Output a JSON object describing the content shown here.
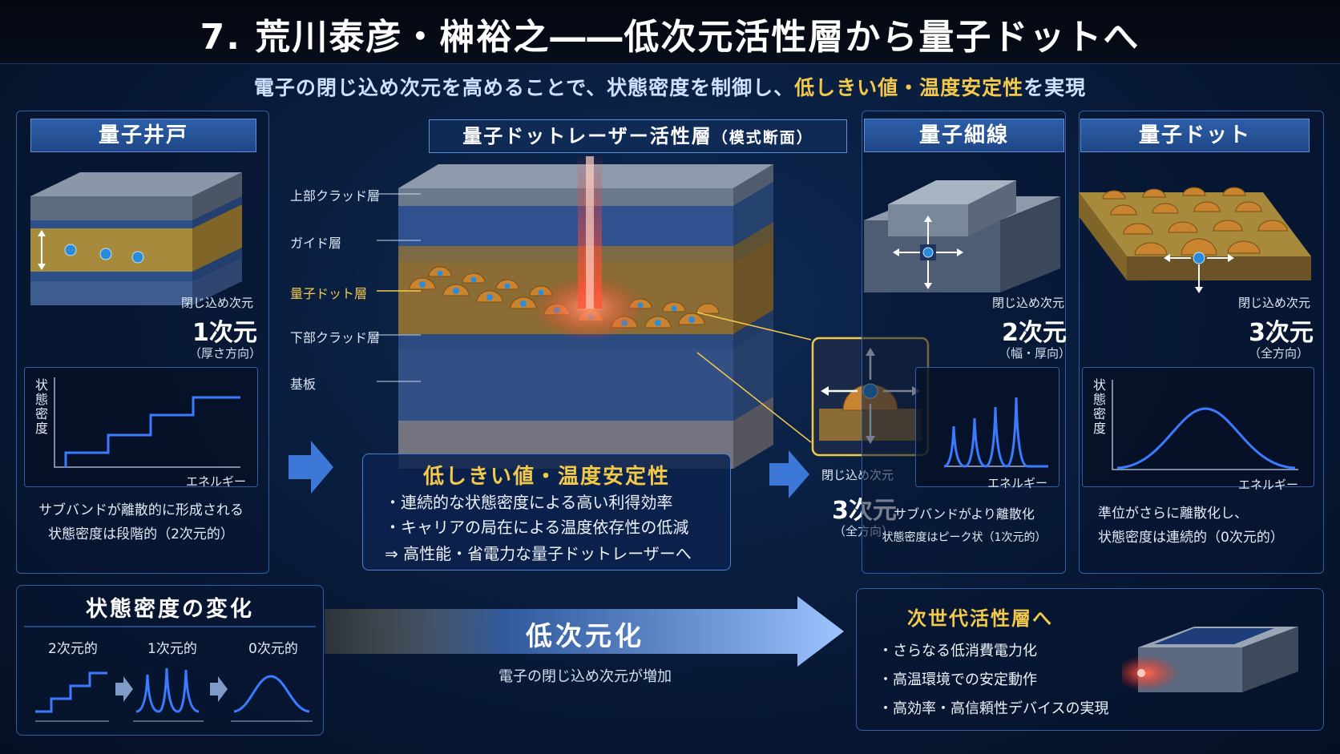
{
  "title": "7. 荒川泰彦・榊裕之――低次元活性層から量子ドットへ",
  "subtitle": {
    "part1": "電子の閉じ込め次元を高めることで、状態密度を制御し、",
    "highlight": "低しきい値・温度安定性",
    "part2": "を実現"
  },
  "well": {
    "header": "量子井戸",
    "confine_label": "閉じ込め次元",
    "dim": "1次元",
    "dim_sub": "（厚さ方向）",
    "y_label": "状態密度",
    "x_label": "エネルギー",
    "caption1": "サブバンドが離散的に形成される",
    "caption2": "状態密度は段階的（2次元的）"
  },
  "center": {
    "header_main": "量子ドットレーザー活性層",
    "header_sub": "（模式断面）",
    "layers": [
      "上部クラッド層",
      "ガイド層",
      "量子ドット層",
      "下部クラッド層",
      "基板"
    ],
    "confine_label": "閉じ込め次元",
    "dim": "3次元",
    "dim_sub": "（全方向）"
  },
  "features": {
    "title": "低しきい値・温度安定性",
    "items": [
      "・連続的な状態密度による高い利得効率",
      "・キャリアの局在による温度依存性の低減",
      "⇒ 高性能・省電力な量子ドットレーザーへ"
    ]
  },
  "wire": {
    "header": "量子細線",
    "confine_label": "閉じ込め次元",
    "dim": "2次元",
    "dim_sub": "（幅・厚向）",
    "x_label": "エネルギー",
    "caption1": "サブバンドがより離散化",
    "caption2": "状態密度はピーク状（1次元的）"
  },
  "dot": {
    "header": "量子ドット",
    "confine_label": "閉じ込め次元",
    "dim": "3次元",
    "dim_sub": "（全方向）",
    "y_label": "状態密度",
    "x_label": "エネルギー",
    "caption1": "準位がさらに離散化し、",
    "caption2": "状態密度は連続的（0次元的）"
  },
  "dos_change": {
    "header": "状態密度の変化",
    "labels": [
      "2次元的",
      "1次元的",
      "0次元的"
    ]
  },
  "arrow": {
    "label": "低次元化",
    "sub": "電子の閉じ込め次元が増加"
  },
  "next": {
    "title": "次世代活性層へ",
    "items": [
      "・さらなる低消費電力化",
      "・高温環境での安定動作",
      "・高効率・高信頼性デバイスの実現"
    ]
  },
  "colors": {
    "accent_gold": "#f3c94a",
    "panel_border": "#2f5fa6",
    "curve_blue": "#3a7bff"
  }
}
